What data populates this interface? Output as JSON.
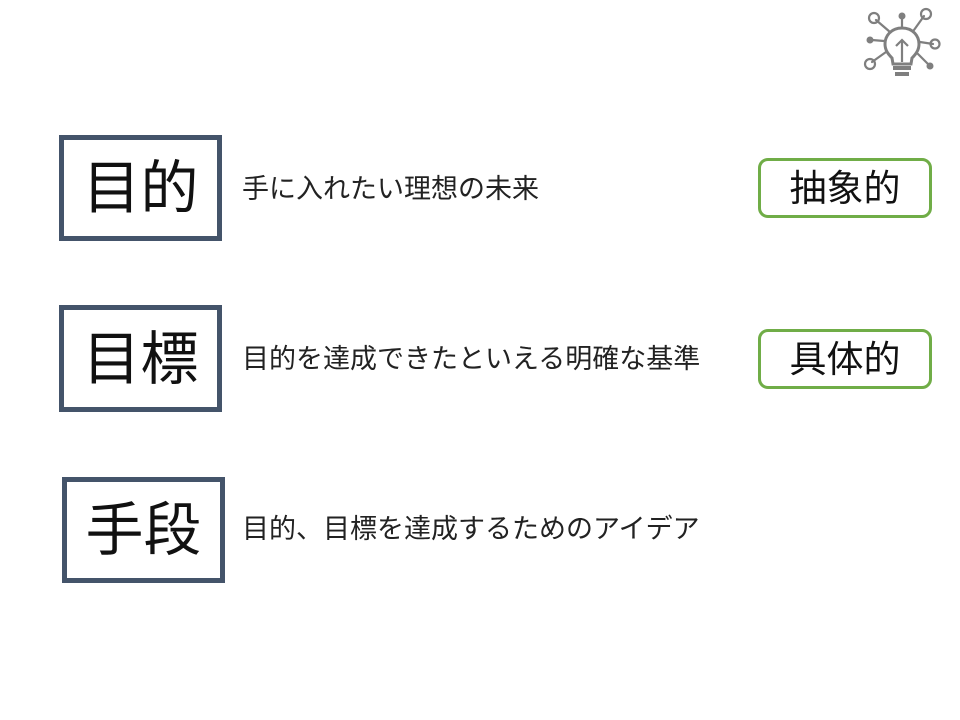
{
  "logo": {
    "icon": "lightbulb-network-icon",
    "color": "#7f7f7f"
  },
  "rows": [
    {
      "term": "目的",
      "description": "手に入れたい理想の未来"
    },
    {
      "term": "目標",
      "description": "目的を達成できたといえる明確な基準"
    },
    {
      "term": "手段",
      "description": "目的、目標を達成するためのアイデア"
    }
  ],
  "tags": [
    {
      "label": "抽象的"
    },
    {
      "label": "具体的"
    }
  ],
  "colors": {
    "term_border": "#44546a",
    "tag_border": "#70ad47"
  }
}
